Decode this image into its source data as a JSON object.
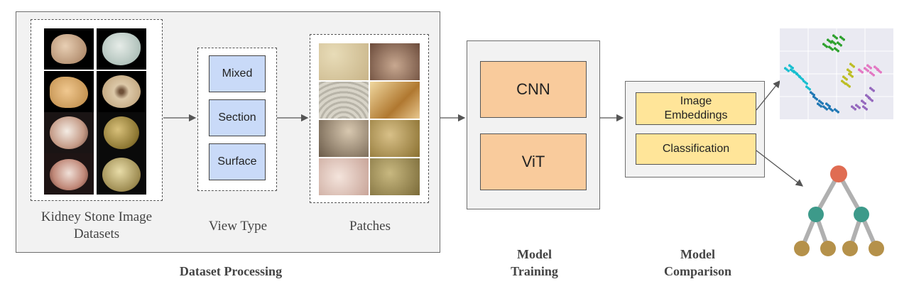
{
  "dataset_processing": {
    "section_label": "Dataset Processing",
    "datasets_caption": "Kidney Stone Image Datasets",
    "view_type_caption": "View Type",
    "view_types": [
      "Mixed",
      "Section",
      "Surface"
    ],
    "patches_caption": "Patches"
  },
  "model_training": {
    "section_label": "Model Training",
    "models": [
      "CNN",
      "ViT"
    ]
  },
  "model_comparison": {
    "section_label": "Model Comparison",
    "outputs": [
      "Image Embeddings",
      "Classification"
    ]
  },
  "colors": {
    "panel_bg": "#f2f2f2",
    "view_box": "#c9daf8",
    "model_box": "#f9cb9c",
    "output_box": "#ffe599",
    "tree_root": "#e06c52",
    "tree_mid": "#3d9a8a",
    "tree_leaf": "#b5914a",
    "embedding_clusters": [
      "#2ca02c",
      "#17becf",
      "#bcbd22",
      "#e377c2",
      "#1f77b4",
      "#9467bd"
    ]
  },
  "icons": [
    "embedding-scatter-icon",
    "decision-tree-icon"
  ]
}
